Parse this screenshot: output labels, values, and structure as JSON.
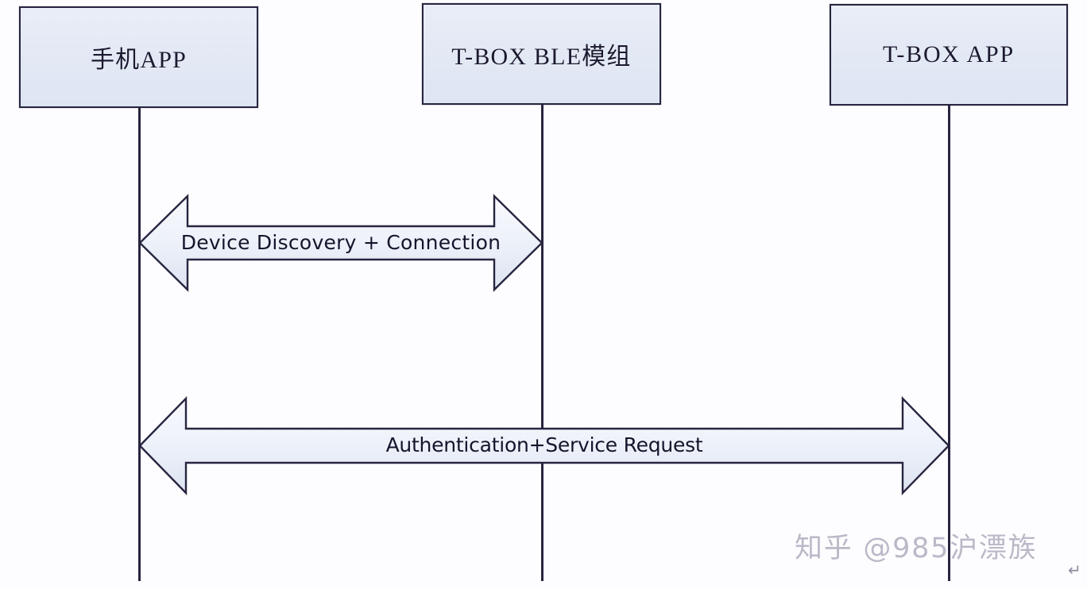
{
  "diagram": {
    "type": "sequence-diagram",
    "background_color": "#fdfdff",
    "box_fill_color": "#e4eaf5",
    "line_color": "#272540",
    "arrow_fill_color": "#eef2fa",
    "participants": [
      {
        "id": "phone-app",
        "label": "手机APP"
      },
      {
        "id": "ble-module",
        "label": "T-BOX  BLE模组"
      },
      {
        "id": "tbox-app",
        "label": "T-BOX  APP"
      }
    ],
    "messages": [
      {
        "id": "discovery",
        "label": "Device Discovery + Connection",
        "from": "phone-app",
        "to": "ble-module",
        "direction": "bidirectional"
      },
      {
        "id": "auth",
        "label": "Authentication+Service Request",
        "from": "phone-app",
        "to": "tbox-app",
        "direction": "bidirectional"
      }
    ]
  },
  "watermark": {
    "text": "知乎 @985沪漂族",
    "paragraph_mark": "↵"
  }
}
